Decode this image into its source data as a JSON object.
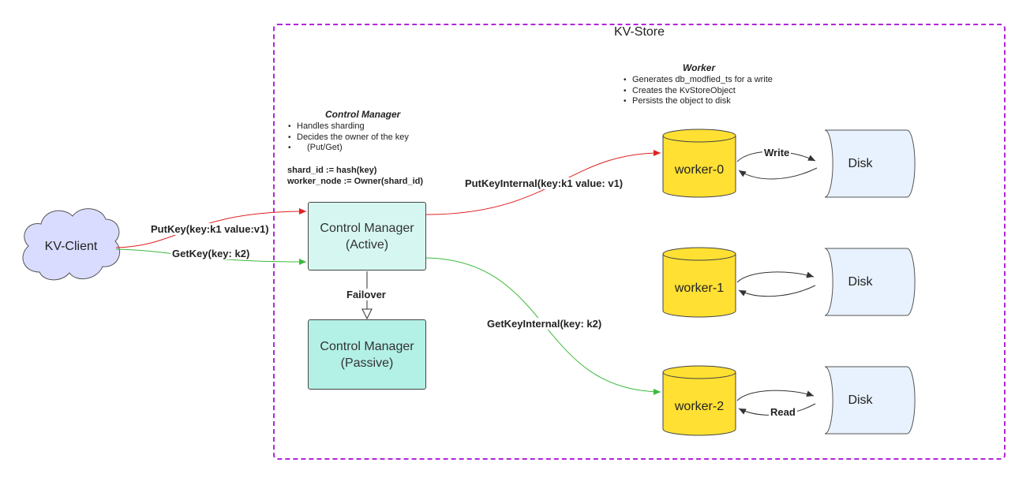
{
  "container": {
    "title": "KV-Store"
  },
  "client": {
    "label": "KV-Client"
  },
  "control_manager_note": {
    "title": "Control Manager",
    "items": [
      "Handles sharding",
      "Decides the owner of the key",
      "(Put/Get)"
    ],
    "formula_line1": "shard_id := hash(key)",
    "formula_line2": "worker_node := Owner(shard_id)"
  },
  "worker_note": {
    "title": "Worker",
    "items": [
      "Generates db_modfied_ts for a write",
      "Creates the KvStoreObject",
      "Persists the object to disk"
    ]
  },
  "cm_active": {
    "line1": "Control Manager",
    "line2": "(Active)"
  },
  "cm_passive": {
    "line1": "Control Manager",
    "line2": "(Passive)"
  },
  "workers": [
    {
      "label": "worker-0"
    },
    {
      "label": "worker-1"
    },
    {
      "label": "worker-2"
    }
  ],
  "disks": [
    {
      "label": "Disk"
    },
    {
      "label": "Disk"
    },
    {
      "label": "Disk"
    }
  ],
  "edges": {
    "putkey": "PutKey(key:k1 value:v1)",
    "getkey": "GetKey(key: k2)",
    "failover": "Failover",
    "putkey_internal": "PutKeyInternal(key:k1 value: v1)",
    "getkey_internal": "GetKeyInternal(key: k2)",
    "write": "Write",
    "read": "Read"
  },
  "colors": {
    "put_edge": "#e02020",
    "get_edge": "#3cba3c",
    "container_border": "#b026d9",
    "worker_fill": "#ffe033",
    "disk_fill": "#e8f2fe",
    "cloud_fill": "#d9dcff"
  }
}
